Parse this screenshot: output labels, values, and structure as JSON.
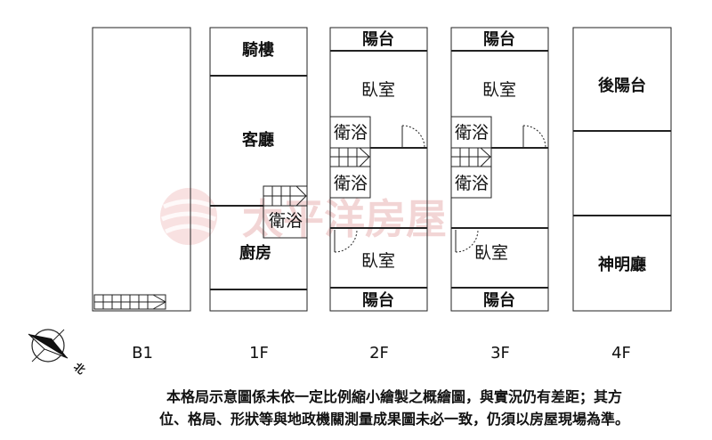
{
  "floors": [
    {
      "id": "B1",
      "label": "B1"
    },
    {
      "id": "1F",
      "label": "1F",
      "rooms": {
        "arcade": "騎樓",
        "living": "客廳",
        "bath": "衛浴",
        "kitchen": "廚房"
      }
    },
    {
      "id": "2F",
      "label": "2F",
      "rooms": {
        "balcony_top": "陽台",
        "bedroom_top": "臥室",
        "bath_a": "衛浴",
        "bath_b": "衛浴",
        "bedroom_bottom": "臥室",
        "balcony_bottom": "陽台"
      }
    },
    {
      "id": "3F",
      "label": "3F",
      "rooms": {
        "balcony_top": "陽台",
        "bedroom_top": "臥室",
        "bath_a": "衛浴",
        "bath_b": "衛浴",
        "bedroom_bottom": "臥室",
        "balcony_bottom": "陽台"
      }
    },
    {
      "id": "4F",
      "label": "4F",
      "rooms": {
        "back_balcony": "後陽台",
        "shrine": "神明廳"
      }
    }
  ],
  "compass": {
    "label": "北",
    "icon": "north-arrow-icon"
  },
  "watermark": {
    "text": "太平洋房屋",
    "color": "#e8b3b3"
  },
  "disclaimer": {
    "line1": "本格局示意圖係未依一定比例縮小繪製之概繪圖，與實況仍有差距；其方",
    "line2": "位、格局、形狀等與地政機關測量成果圖未必一致，仍須以房屋現場為準。"
  }
}
